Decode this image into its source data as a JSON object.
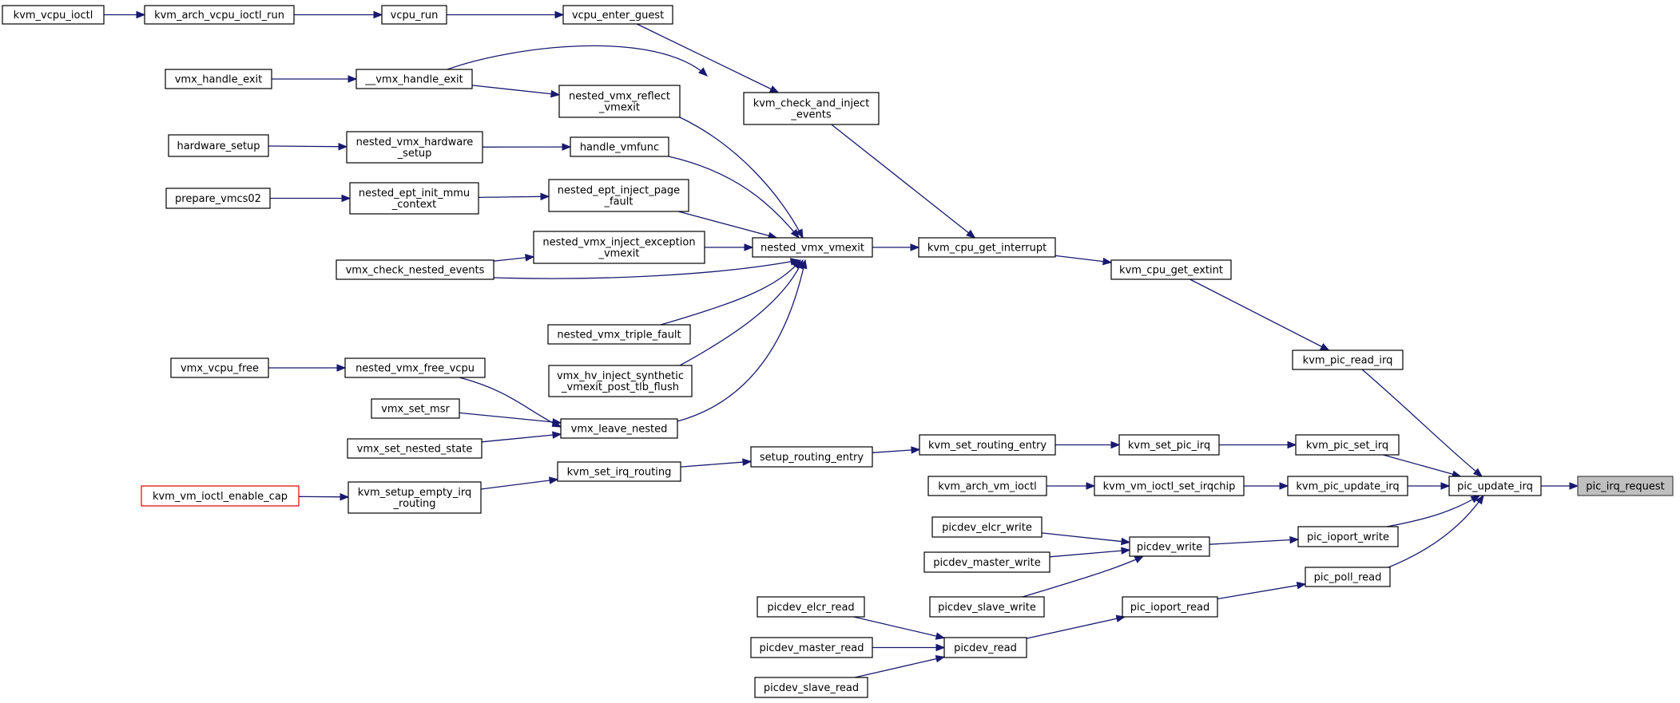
{
  "graph": {
    "nodes": [
      {
        "id": "kvm_vcpu_ioctl",
        "lines": [
          "kvm_vcpu_ioctl"
        ]
      },
      {
        "id": "kvm_arch_vcpu_ioctl_run",
        "lines": [
          "kvm_arch_vcpu_ioctl_run"
        ]
      },
      {
        "id": "vcpu_run",
        "lines": [
          "vcpu_run"
        ]
      },
      {
        "id": "vcpu_enter_guest",
        "lines": [
          "vcpu_enter_guest"
        ]
      },
      {
        "id": "kvm_check_and_inject_events",
        "lines": [
          "kvm_check_and_inject",
          "_events"
        ]
      },
      {
        "id": "vmx_handle_exit",
        "lines": [
          "vmx_handle_exit"
        ]
      },
      {
        "id": "__vmx_handle_exit",
        "lines": [
          "__vmx_handle_exit"
        ]
      },
      {
        "id": "nested_vmx_reflect_vmexit",
        "lines": [
          "nested_vmx_reflect",
          "_vmexit"
        ]
      },
      {
        "id": "hardware_setup",
        "lines": [
          "hardware_setup"
        ]
      },
      {
        "id": "nested_vmx_hardware_setup",
        "lines": [
          "nested_vmx_hardware",
          "_setup"
        ]
      },
      {
        "id": "handle_vmfunc",
        "lines": [
          "handle_vmfunc"
        ]
      },
      {
        "id": "prepare_vmcs02",
        "lines": [
          "prepare_vmcs02"
        ]
      },
      {
        "id": "nested_ept_init_mmu_context",
        "lines": [
          "nested_ept_init_mmu",
          "_context"
        ]
      },
      {
        "id": "nested_ept_inject_page_fault",
        "lines": [
          "nested_ept_inject_page",
          "_fault"
        ]
      },
      {
        "id": "nested_vmx_inject_exception_vmexit",
        "lines": [
          "nested_vmx_inject_exception",
          "_vmexit"
        ]
      },
      {
        "id": "vmx_check_nested_events",
        "lines": [
          "vmx_check_nested_events"
        ]
      },
      {
        "id": "nested_vmx_vmexit",
        "lines": [
          "nested_vmx_vmexit"
        ]
      },
      {
        "id": "kvm_cpu_get_interrupt",
        "lines": [
          "kvm_cpu_get_interrupt"
        ]
      },
      {
        "id": "kvm_cpu_get_extint",
        "lines": [
          "kvm_cpu_get_extint"
        ]
      },
      {
        "id": "nested_vmx_triple_fault",
        "lines": [
          "nested_vmx_triple_fault"
        ]
      },
      {
        "id": "vmx_hv_inject_synthetic_vmexit_post_tlb_flush",
        "lines": [
          "vmx_hv_inject_synthetic",
          "_vmexit_post_tlb_flush"
        ]
      },
      {
        "id": "kvm_pic_read_irq",
        "lines": [
          "kvm_pic_read_irq"
        ]
      },
      {
        "id": "vmx_vcpu_free",
        "lines": [
          "vmx_vcpu_free"
        ]
      },
      {
        "id": "nested_vmx_free_vcpu",
        "lines": [
          "nested_vmx_free_vcpu"
        ]
      },
      {
        "id": "vmx_set_msr",
        "lines": [
          "vmx_set_msr"
        ]
      },
      {
        "id": "vmx_leave_nested",
        "lines": [
          "vmx_leave_nested"
        ]
      },
      {
        "id": "vmx_set_nested_state",
        "lines": [
          "vmx_set_nested_state"
        ]
      },
      {
        "id": "kvm_set_routing_entry",
        "lines": [
          "kvm_set_routing_entry"
        ]
      },
      {
        "id": "kvm_set_pic_irq",
        "lines": [
          "kvm_set_pic_irq"
        ]
      },
      {
        "id": "kvm_pic_set_irq",
        "lines": [
          "kvm_pic_set_irq"
        ]
      },
      {
        "id": "setup_routing_entry",
        "lines": [
          "setup_routing_entry"
        ]
      },
      {
        "id": "kvm_set_irq_routing",
        "lines": [
          "kvm_set_irq_routing"
        ]
      },
      {
        "id": "kvm_arch_vm_ioctl",
        "lines": [
          "kvm_arch_vm_ioctl"
        ]
      },
      {
        "id": "kvm_vm_ioctl_set_irqchip",
        "lines": [
          "kvm_vm_ioctl_set_irqchip"
        ]
      },
      {
        "id": "kvm_pic_update_irq",
        "lines": [
          "kvm_pic_update_irq"
        ]
      },
      {
        "id": "pic_update_irq",
        "lines": [
          "pic_update_irq"
        ]
      },
      {
        "id": "pic_irq_request",
        "lines": [
          "pic_irq_request"
        ]
      },
      {
        "id": "kvm_vm_ioctl_enable_cap",
        "lines": [
          "kvm_vm_ioctl_enable_cap"
        ]
      },
      {
        "id": "kvm_setup_empty_irq_routing",
        "lines": [
          "kvm_setup_empty_irq",
          "_routing"
        ]
      },
      {
        "id": "picdev_elcr_write",
        "lines": [
          "picdev_elcr_write"
        ]
      },
      {
        "id": "picdev_write",
        "lines": [
          "picdev_write"
        ]
      },
      {
        "id": "pic_ioport_write",
        "lines": [
          "pic_ioport_write"
        ]
      },
      {
        "id": "picdev_master_write",
        "lines": [
          "picdev_master_write"
        ]
      },
      {
        "id": "pic_poll_read",
        "lines": [
          "pic_poll_read"
        ]
      },
      {
        "id": "picdev_slave_write",
        "lines": [
          "picdev_slave_write"
        ]
      },
      {
        "id": "picdev_elcr_read",
        "lines": [
          "picdev_elcr_read"
        ]
      },
      {
        "id": "pic_ioport_read",
        "lines": [
          "pic_ioport_read"
        ]
      },
      {
        "id": "picdev_master_read",
        "lines": [
          "picdev_master_read"
        ]
      },
      {
        "id": "picdev_read",
        "lines": [
          "picdev_read"
        ]
      },
      {
        "id": "picdev_slave_read",
        "lines": [
          "picdev_slave_read"
        ]
      }
    ],
    "edges": [
      {
        "from": "kvm_vcpu_ioctl",
        "to": "kvm_arch_vcpu_ioctl_run"
      },
      {
        "from": "kvm_arch_vcpu_ioctl_run",
        "to": "vcpu_run"
      },
      {
        "from": "vcpu_run",
        "to": "vcpu_enter_guest"
      },
      {
        "from": "vcpu_enter_guest",
        "to": "kvm_check_and_inject_events"
      },
      {
        "from": "kvm_check_and_inject_events",
        "to": "kvm_cpu_get_interrupt"
      },
      {
        "from": "vmx_handle_exit",
        "to": "__vmx_handle_exit"
      },
      {
        "from": "__vmx_handle_exit",
        "to": "nested_vmx_reflect_vmexit"
      },
      {
        "from": "__vmx_handle_exit",
        "to": "nested_vmx_vmexit"
      },
      {
        "from": "nested_vmx_reflect_vmexit",
        "to": "nested_vmx_vmexit"
      },
      {
        "from": "hardware_setup",
        "to": "nested_vmx_hardware_setup"
      },
      {
        "from": "nested_vmx_hardware_setup",
        "to": "handle_vmfunc"
      },
      {
        "from": "handle_vmfunc",
        "to": "nested_vmx_vmexit"
      },
      {
        "from": "prepare_vmcs02",
        "to": "nested_ept_init_mmu_context"
      },
      {
        "from": "nested_ept_init_mmu_context",
        "to": "nested_ept_inject_page_fault"
      },
      {
        "from": "nested_ept_inject_page_fault",
        "to": "nested_vmx_vmexit"
      },
      {
        "from": "vmx_check_nested_events",
        "to": "nested_vmx_inject_exception_vmexit"
      },
      {
        "from": "vmx_check_nested_events",
        "to": "nested_vmx_vmexit"
      },
      {
        "from": "nested_vmx_inject_exception_vmexit",
        "to": "nested_vmx_vmexit"
      },
      {
        "from": "nested_vmx_triple_fault",
        "to": "nested_vmx_vmexit"
      },
      {
        "from": "vmx_hv_inject_synthetic_vmexit_post_tlb_flush",
        "to": "nested_vmx_vmexit"
      },
      {
        "from": "vmx_leave_nested",
        "to": "nested_vmx_vmexit"
      },
      {
        "from": "nested_vmx_vmexit",
        "to": "kvm_cpu_get_interrupt"
      },
      {
        "from": "kvm_cpu_get_interrupt",
        "to": "kvm_cpu_get_extint"
      },
      {
        "from": "kvm_cpu_get_extint",
        "to": "kvm_pic_read_irq"
      },
      {
        "from": "kvm_pic_read_irq",
        "to": "pic_update_irq"
      },
      {
        "from": "vmx_vcpu_free",
        "to": "nested_vmx_free_vcpu"
      },
      {
        "from": "nested_vmx_free_vcpu",
        "to": "vmx_leave_nested"
      },
      {
        "from": "vmx_set_msr",
        "to": "vmx_leave_nested"
      },
      {
        "from": "vmx_set_nested_state",
        "to": "vmx_leave_nested"
      },
      {
        "from": "kvm_vm_ioctl_enable_cap",
        "to": "kvm_setup_empty_irq_routing"
      },
      {
        "from": "kvm_setup_empty_irq_routing",
        "to": "kvm_set_irq_routing"
      },
      {
        "from": "kvm_set_irq_routing",
        "to": "setup_routing_entry"
      },
      {
        "from": "setup_routing_entry",
        "to": "kvm_set_routing_entry"
      },
      {
        "from": "kvm_set_routing_entry",
        "to": "kvm_set_pic_irq"
      },
      {
        "from": "kvm_set_pic_irq",
        "to": "kvm_pic_set_irq"
      },
      {
        "from": "kvm_pic_set_irq",
        "to": "pic_update_irq"
      },
      {
        "from": "kvm_arch_vm_ioctl",
        "to": "kvm_vm_ioctl_set_irqchip"
      },
      {
        "from": "kvm_vm_ioctl_set_irqchip",
        "to": "kvm_pic_update_irq"
      },
      {
        "from": "kvm_pic_update_irq",
        "to": "pic_update_irq"
      },
      {
        "from": "pic_update_irq",
        "to": "pic_irq_request"
      },
      {
        "from": "picdev_elcr_write",
        "to": "picdev_write"
      },
      {
        "from": "picdev_master_write",
        "to": "picdev_write"
      },
      {
        "from": "picdev_slave_write",
        "to": "picdev_write"
      },
      {
        "from": "picdev_write",
        "to": "pic_ioport_write"
      },
      {
        "from": "pic_ioport_write",
        "to": "pic_update_irq"
      },
      {
        "from": "pic_poll_read",
        "to": "pic_update_irq"
      },
      {
        "from": "picdev_elcr_read",
        "to": "picdev_read"
      },
      {
        "from": "picdev_master_read",
        "to": "picdev_read"
      },
      {
        "from": "picdev_slave_read",
        "to": "picdev_read"
      },
      {
        "from": "picdev_read",
        "to": "pic_ioport_read"
      },
      {
        "from": "pic_ioport_read",
        "to": "pic_poll_read"
      }
    ],
    "colors": {
      "edge": "#191970",
      "node_border": "#000000",
      "partial_node_border": "#e00000",
      "current_node_fill": "#bfbfbf"
    },
    "partial_nodes": [
      "kvm_vm_ioctl_enable_cap"
    ],
    "current_node": "pic_irq_request"
  }
}
